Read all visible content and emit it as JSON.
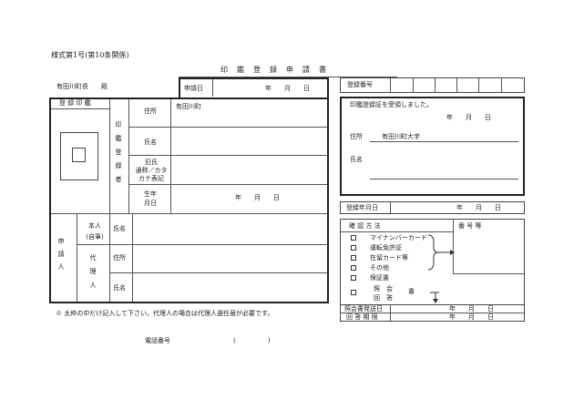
{
  "header": {
    "form_number": "様式第1号(第10条関係)",
    "title": "印　鑑　登　録　申　請　書",
    "addressee": "有田川町長　　殿",
    "date_label": "申請日",
    "date_fields": "年　　月　　日"
  },
  "left": {
    "seal_header": "登 録 印 鑑",
    "registrant_label": "印鑑登録者",
    "address_label": "住所",
    "address_value": "有田川町",
    "name_label": "氏名",
    "old_name_label": "旧氏\n通称／カタ\nカナ表記",
    "birth_label": "生年\n月日",
    "birth_fields": "年　　月　　日",
    "applicant_label": "申請人",
    "self_label": "本人\n(自筆)",
    "self_name_label": "氏名",
    "agent_label": "代理人",
    "agent_address_label": "住所",
    "agent_name_label": "氏名"
  },
  "note": "※ 太枠の中だけ記入して下さい。代理人の場合は代理人選任届が必要です。",
  "phone": {
    "label": "電話番号",
    "value": "(　　　　　)"
  },
  "right": {
    "registration_number_label": "登録番号",
    "receipt_text": "印鑑登録証を受領しました。",
    "receipt_date": "年　　月　　日",
    "address_label": "住所",
    "address_value": "有田川町大字",
    "name_label": "氏名",
    "registration_date_label": "登録年月日",
    "registration_date_fields": "年　　月　　日",
    "confirm_header": "確 認 方 法",
    "number_header": "番 号 等",
    "methods": [
      "マイナンバーカード",
      "運転免許証",
      "在留カード等",
      "その他",
      "保証書",
      "照　会\n回　答"
    ],
    "letter_label": "書",
    "inquiry_sent_label": "照会書発送日",
    "inquiry_sent_fields": "年　　月　　日",
    "reply_deadline_label": "回 答 期 限",
    "reply_deadline_fields": "年　　月　　日"
  }
}
